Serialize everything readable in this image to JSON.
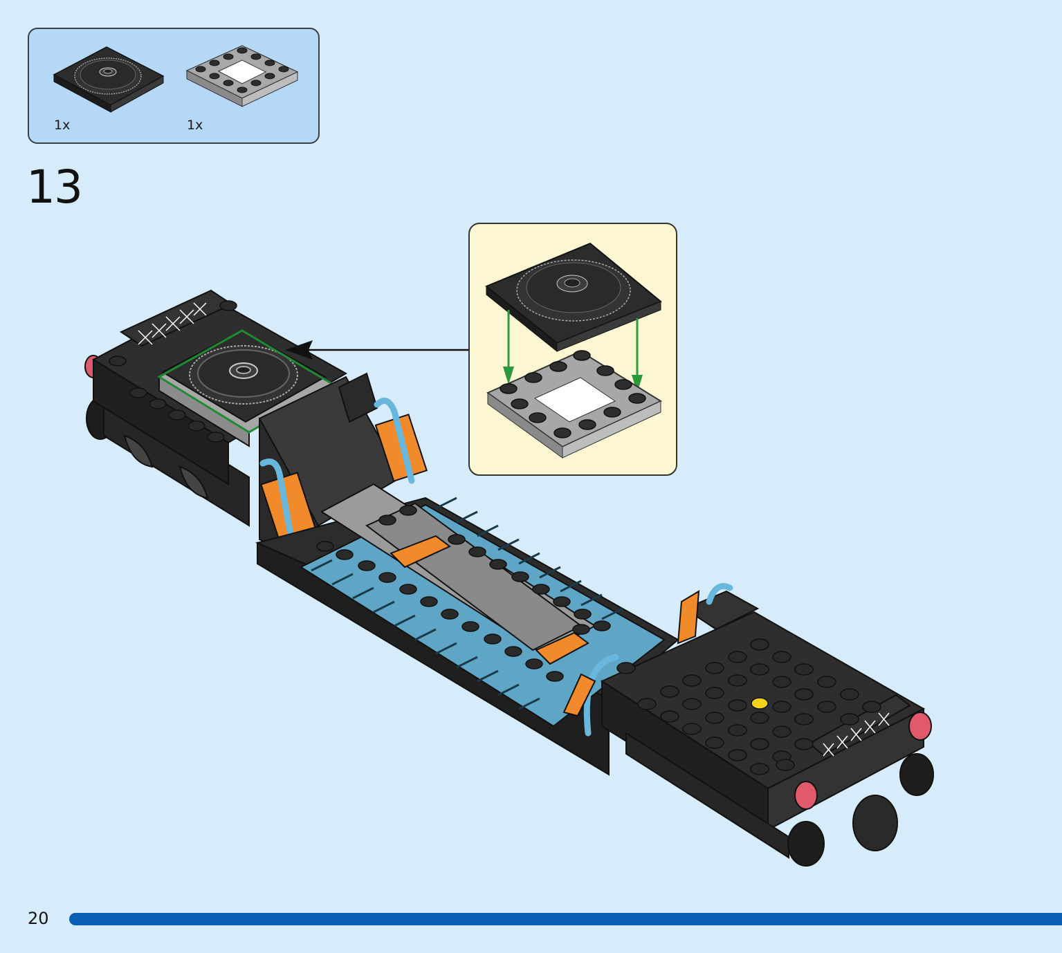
{
  "parts_list": {
    "items": [
      {
        "name": "black-turntable-plate-4x4",
        "quantity": "1x"
      },
      {
        "name": "grey-frame-plate-4x4",
        "quantity": "1x"
      }
    ]
  },
  "step": {
    "number": "13"
  },
  "page": {
    "number": "20"
  },
  "colors": {
    "background": "#d6ecfb",
    "parts_box": "#b4d8f6",
    "callout": "#fdf6d2",
    "progress_bar": "#0a5fb4",
    "arrow_green": "#2a9a3c",
    "highlight_green": "#1f8a34",
    "accent_orange": "#f08a2a",
    "accent_blue": "#6ab7de",
    "brick_black": "#2c2c2c",
    "brick_grey": "#a7a7a7"
  }
}
